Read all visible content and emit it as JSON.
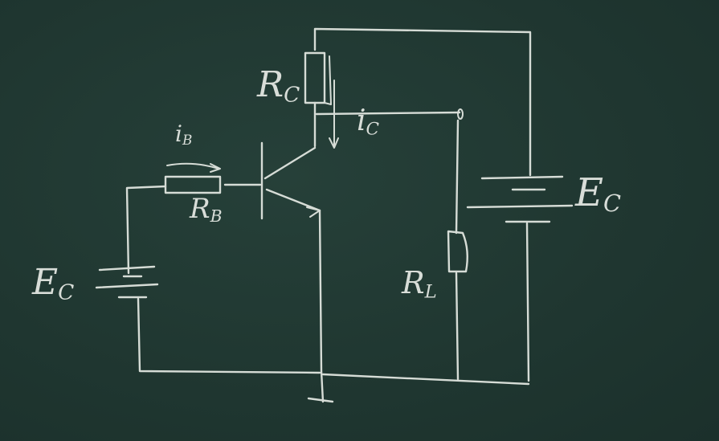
{
  "diagram": {
    "type": "transistor circuit (common emitter) on chalkboard",
    "background_color": "#1f3530",
    "chalk_color": "#d6dcd6",
    "labels": {
      "collector_resistor": {
        "main": "R",
        "sub": "C"
      },
      "collector_current": {
        "main": "i",
        "sub": "C"
      },
      "base_current": {
        "main": "i",
        "sub": "B"
      },
      "base_resistor": {
        "main": "R",
        "sub": "B"
      },
      "load_resistor": {
        "main": "R",
        "sub": "L"
      },
      "base_supply": {
        "main": "E",
        "sub": "C"
      },
      "collector_supply": {
        "main": "E",
        "sub": "C"
      }
    },
    "components": [
      "R_C",
      "R_B",
      "R_L",
      "NPN transistor",
      "base battery E_C",
      "collector battery E_C",
      "ground"
    ]
  }
}
